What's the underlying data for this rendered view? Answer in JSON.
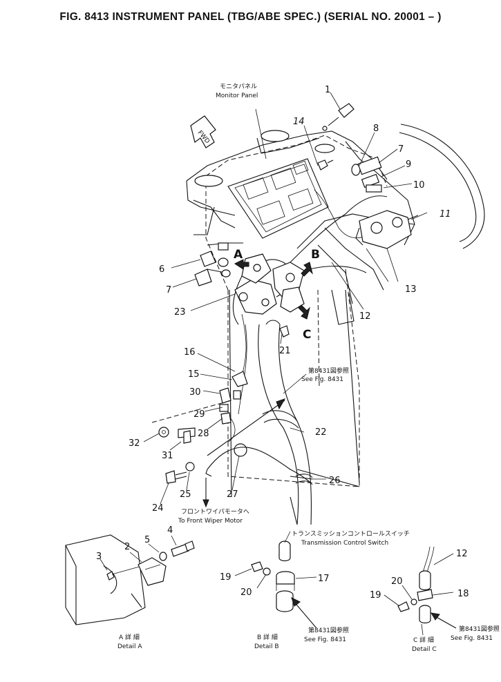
{
  "title": "FIG. 8413  INSTRUMENT PANEL (TBG/ABE SPEC.) (SERIAL NO. 20001 – )",
  "callouts": [
    "1",
    "2",
    "3",
    "4",
    "5",
    "6",
    "7",
    "7",
    "8",
    "9",
    "10",
    "11",
    "12",
    "12",
    "13",
    "14",
    "15",
    "16",
    "17",
    "18",
    "19",
    "19",
    "20",
    "20",
    "21",
    "22",
    "23",
    "24",
    "25",
    "26",
    "27",
    "28",
    "29",
    "30",
    "31",
    "32"
  ],
  "views": [
    "A",
    "B",
    "C"
  ],
  "fwd": "FWD",
  "labels": {
    "monitor_jp": "モニタパネル",
    "monitor_en": "Monitor Panel",
    "see8431_jp": "第8431図参照",
    "see8431_en": "See Fig. 8431",
    "wiper_jp": "フロントワイパモータへ",
    "wiper_en": "To Front Wiper Motor",
    "trans_jp": "トランスミッションコントロールスイッチ",
    "trans_en": "Transmission Control Switch",
    "detailA_jp": "A 詳 細",
    "detailA_en": "Detail A",
    "detailB_jp": "B 詳 細",
    "detailB_en": "Detail B",
    "detailC_jp": "C 詳 細",
    "detailC_en": "Detail C",
    "seeB_jp": "第8431図参照",
    "seeB_en": "See Fig. 8431",
    "seeC_jp": "第8431図参照",
    "seeC_en": "See Fig. 8431"
  }
}
